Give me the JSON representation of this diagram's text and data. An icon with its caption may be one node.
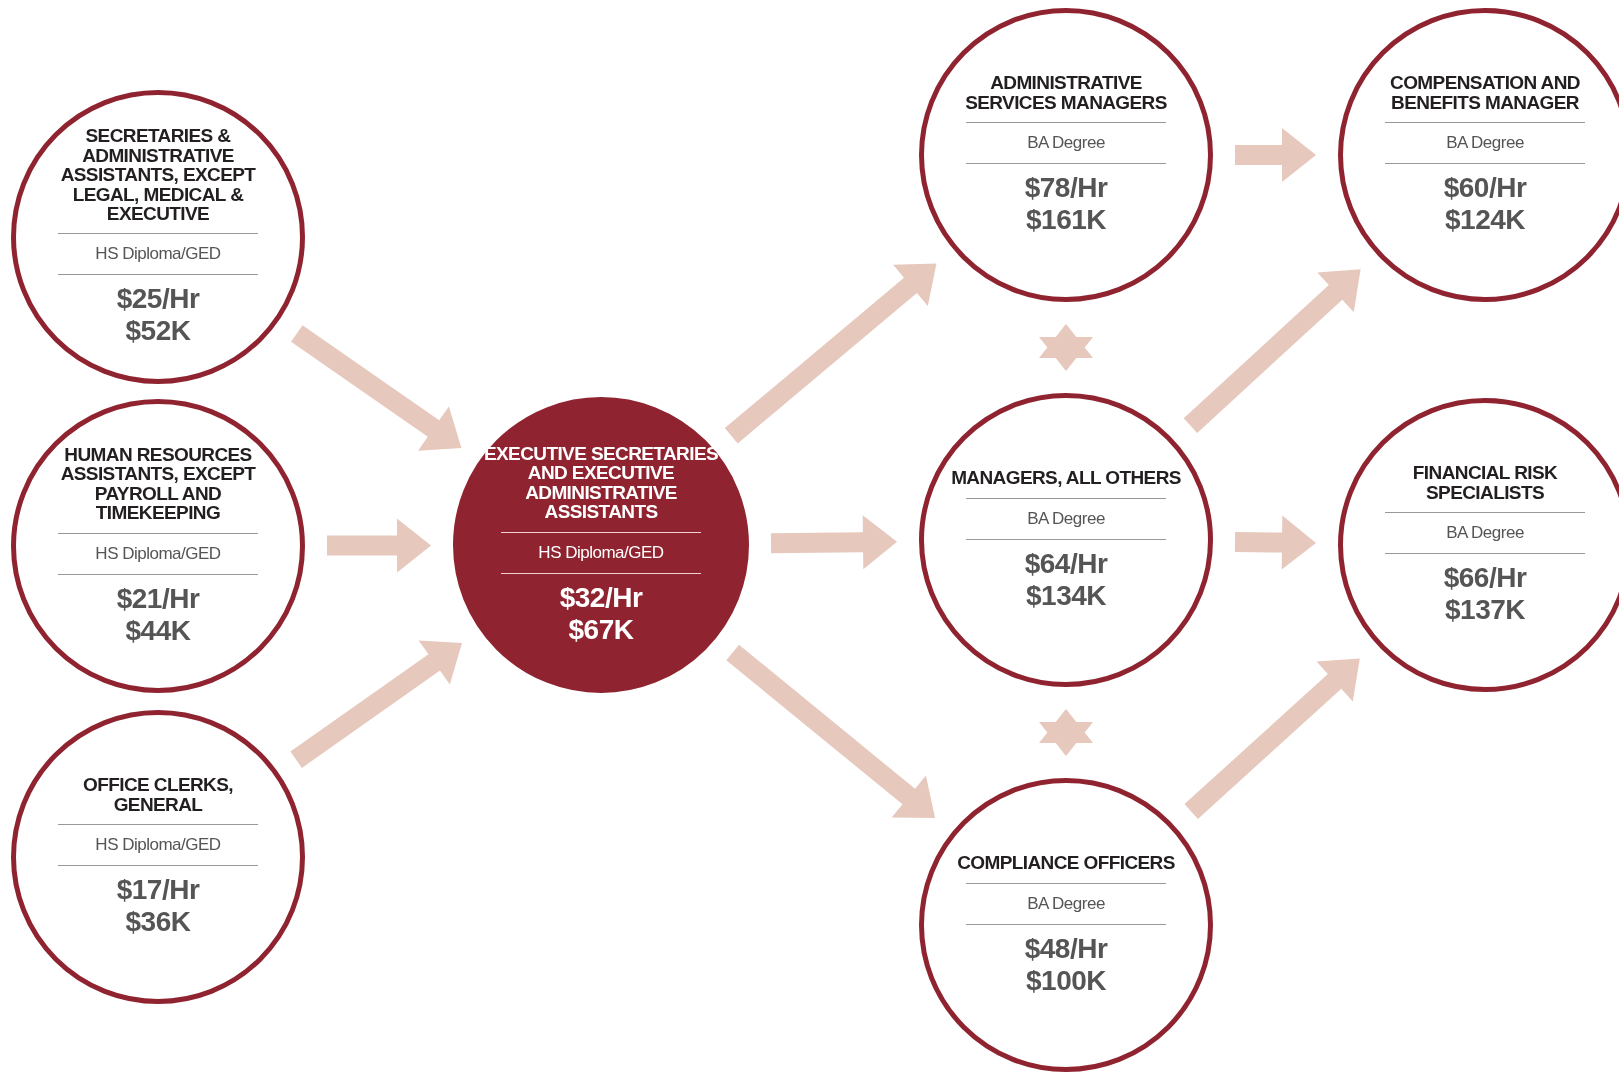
{
  "diagram": {
    "nodes": [
      {
        "text": [
          "SECRETARIES & ADMINISTRATIVE ASSISTANTS, EXCEPT LEGAL, MEDICAL & EXECUTIVE",
          "HS Diploma/GED",
          "$25/Hr",
          "$52K"
        ]
      },
      {
        "text": [
          "HUMAN RESOURCES ASSISTANTS, EXCEPT PAYROLL AND TIMEKEEPING",
          "HS Diploma/GED",
          "$21/Hr",
          "$44K"
        ]
      },
      {
        "text": [
          "OFFICE CLERKS, GENERAL",
          "HS Diploma/GED",
          "$17/Hr",
          "$36K"
        ]
      },
      {
        "text": [
          "EXECUTIVE SECRETARIES AND EXECUTIVE ADMINISTRATIVE ASSISTANTS",
          "HS Diploma/GED",
          "$32/Hr",
          "$67K"
        ]
      },
      {
        "text": [
          "ADMINISTRATIVE SERVICES MANAGERS",
          "BA Degree",
          "$78/Hr",
          "$161K"
        ]
      },
      {
        "text": [
          "MANAGERS, ALL OTHERS",
          "BA Degree",
          "$64/Hr",
          "$134K"
        ]
      },
      {
        "text": [
          "COMPLIANCE OFFICERS",
          "BA Degree",
          "$48/Hr",
          "$100K"
        ]
      },
      {
        "text": [
          "COMPENSATION AND BENEFITS MANAGER",
          "BA Degree",
          "$60/Hr",
          "$124K"
        ]
      },
      {
        "text": [
          "FINANCIAL RISK SPECIALISTS",
          "BA Degree",
          "$66/Hr",
          "$137K"
        ]
      }
    ],
    "edges": [
      {
        "from": 0,
        "to": 3,
        "arrow": "to"
      },
      {
        "from": 1,
        "to": 3,
        "arrow": "to"
      },
      {
        "from": 2,
        "to": 3,
        "arrow": "to"
      },
      {
        "from": 3,
        "to": 4,
        "arrow": "to"
      },
      {
        "from": 3,
        "to": 5,
        "arrow": "to"
      },
      {
        "from": 3,
        "to": 6,
        "arrow": "to"
      },
      {
        "from": 4,
        "to": 5,
        "arrow": "both"
      },
      {
        "from": 5,
        "to": 6,
        "arrow": "both"
      },
      {
        "from": 4,
        "to": 7,
        "arrow": "to"
      },
      {
        "from": 5,
        "to": 7,
        "arrow": "to"
      },
      {
        "from": 5,
        "to": 8,
        "arrow": "to"
      },
      {
        "from": 6,
        "to": 8,
        "arrow": "to"
      }
    ]
  }
}
